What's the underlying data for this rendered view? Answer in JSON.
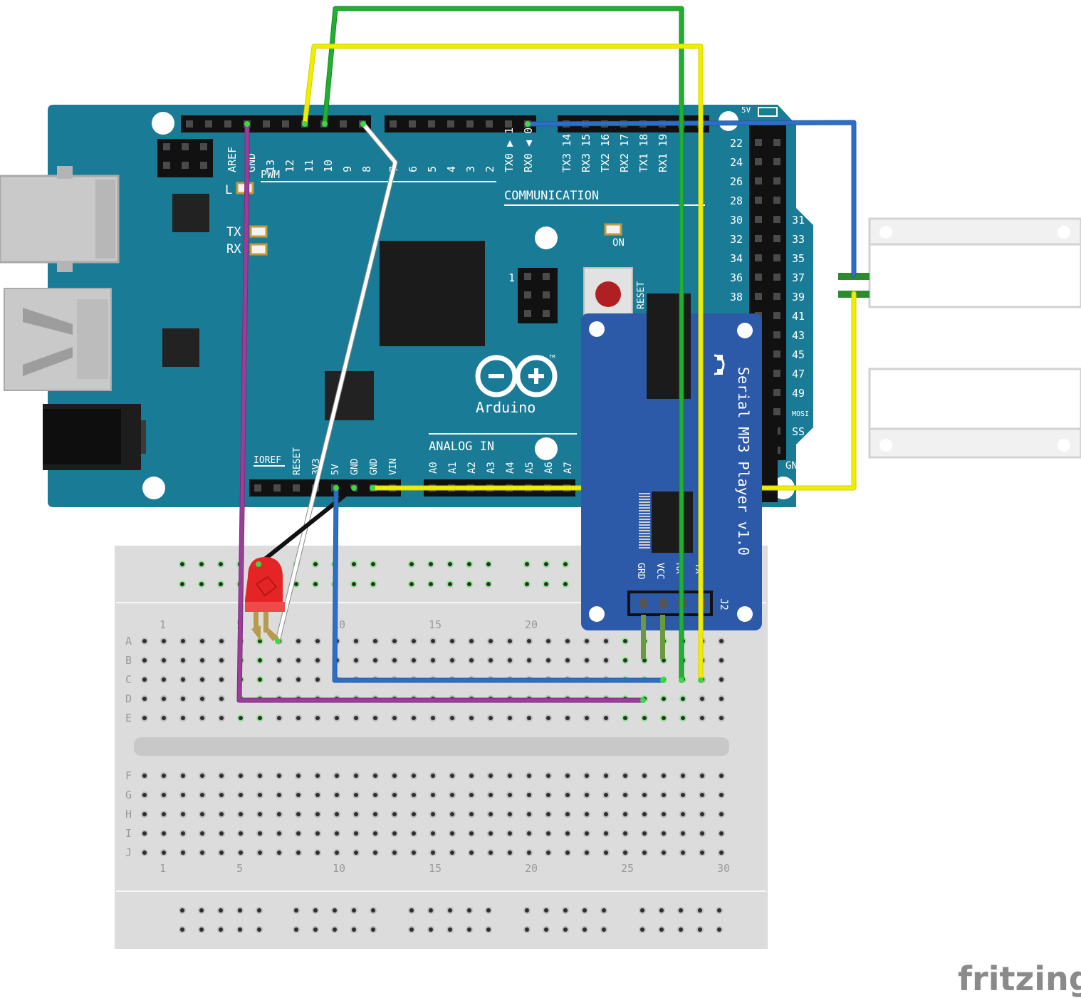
{
  "arduino": {
    "top_labels": [
      "AREF",
      "GND",
      "13",
      "12",
      "11",
      "10",
      "9",
      "8",
      "7",
      "6",
      "5",
      "4",
      "3",
      "2",
      "TX0 ▶ 1",
      "RX0 ◀ 0",
      "TX3 14",
      "RX3 15",
      "TX2 16",
      "RX2 17",
      "TX1 18",
      "RX1 19"
    ],
    "pwm": "PWM",
    "communication": "COMMUNICATION",
    "l": "L",
    "tx": "TX",
    "rx": "RX",
    "on": "ON",
    "reset_button": "RESET",
    "icsp": "1",
    "logo_text": "Arduino",
    "tm": "TM",
    "fivev": "5V",
    "analog_in": "ANALOG IN",
    "power_labels": [
      "IOREF",
      "RESET",
      "3V3",
      "5V",
      "GND",
      "GND",
      "VIN"
    ],
    "analog_labels": [
      "A0",
      "A1",
      "A2",
      "A3",
      "A4",
      "A5",
      "A6",
      "A7"
    ],
    "digital_left": [
      "22",
      "24",
      "26",
      "28",
      "30",
      "32",
      "34",
      "36",
      "38"
    ],
    "digital_right": [
      "31",
      "33",
      "35",
      "37",
      "39",
      "41",
      "43",
      "45",
      "47",
      "49",
      "MOSI",
      "SS"
    ],
    "gnd": "GND"
  },
  "mp3": {
    "title": "Serial MP3 Player v1.0",
    "pins": [
      "GRD",
      "VCC",
      "RX",
      "TX"
    ],
    "connector": "J2"
  },
  "breadboard": {
    "col_numbers": [
      "1",
      "5",
      "10",
      "15",
      "20",
      "25",
      "30"
    ],
    "rows_top": [
      "A",
      "B",
      "C",
      "D",
      "E"
    ],
    "rows_bottom": [
      "F",
      "G",
      "H",
      "I",
      "J"
    ]
  },
  "watermark": "fritzing",
  "colors": {
    "board": "#1a7b96",
    "mp3_board": "#2c5aa8",
    "wire_green": "#1fb031",
    "wire_yellow": "#f0ee00",
    "wire_blue": "#2e6fc6",
    "wire_purple": "#9a3e9a",
    "wire_white": "#ffffff",
    "wire_black": "#111111",
    "led": "#e52525"
  }
}
